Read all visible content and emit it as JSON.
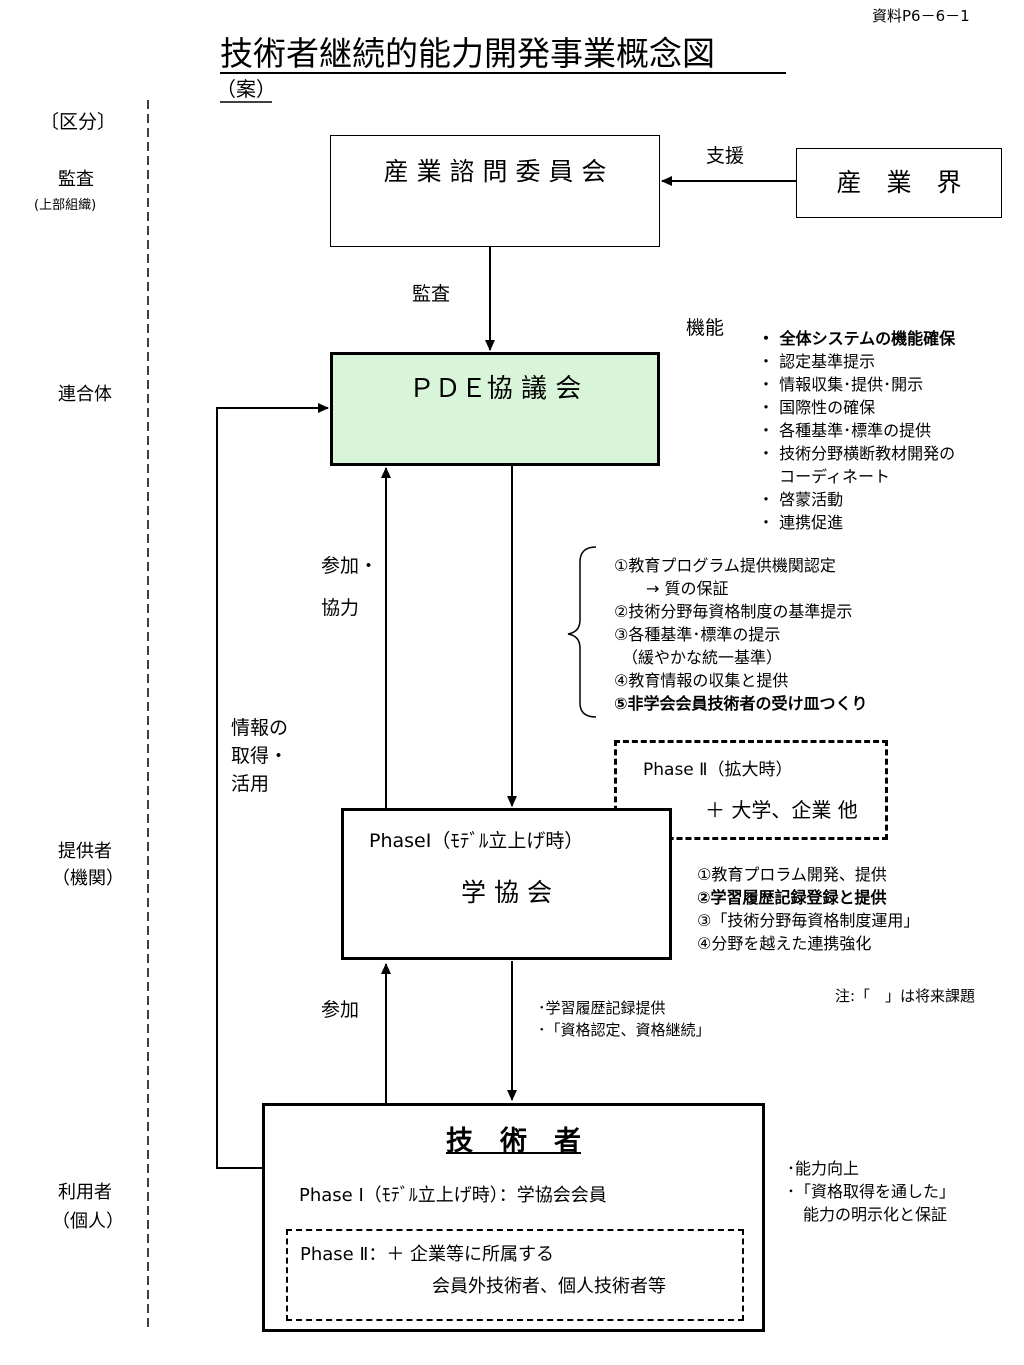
{
  "header": {
    "doc_ref": "資料P6－6－1",
    "title": "技術者継続的能力開発事業概念図",
    "subtitle": "（案）"
  },
  "sidebar": {
    "heading": "〔区分〕",
    "audit": {
      "label": "監査",
      "sub": "(上部組織)"
    },
    "federation": {
      "label": "連合体"
    },
    "provider": {
      "label": "提供者",
      "sub": "（機関）"
    },
    "user": {
      "label": "利用者",
      "sub": "（個人）"
    }
  },
  "nodes": {
    "advisory": "産 業 諮 問 委 員 会",
    "industry": "産　業　界",
    "pde": "ＰＤＥ協 議 会",
    "phase2_box": {
      "line1": "Phase Ⅱ（拡大時）",
      "line2": "＋ 大学、企業 他"
    },
    "society": {
      "phase": "PhaseⅠ（ﾓﾃﾞﾙ立上げ時）",
      "name": "学 協 会"
    },
    "engineer": {
      "title": "技　術　者",
      "phase1": "Phase Ⅰ（ﾓﾃﾞﾙ立上げ時）：学協会会員",
      "phase2_line1": "Phase Ⅱ：＋ 企業等に所属する",
      "phase2_line2": "会員外技術者、個人技術者等"
    }
  },
  "edge_labels": {
    "support": "支援",
    "audit": "監査",
    "participate_line1": "参加・",
    "participate_line2": "協力",
    "info_line1": "情報の",
    "info_line2": "取得・",
    "info_line3": "活用",
    "participate": "参加",
    "provide_line1": "･学習履歴記録提供",
    "provide_line2": "･「資格認定、資格継続」"
  },
  "functions": {
    "label": "機能",
    "items": [
      "・ 全体システムの機能確保",
      "・ 認定基準提示",
      "・ 情報収集･提供･開示",
      "・ 国際性の確保",
      "・ 各種基準･標準の提供",
      "・ 技術分野横断教材開発の",
      "　 コーディネート",
      "・ 啓蒙活動",
      "・ 連携促進"
    ]
  },
  "pde_roles": [
    "①教育プログラム提供機関認定",
    "　　→ 質の保証",
    "②技術分野毎資格制度の基準提示",
    "③各種基準･標準の提示",
    "　（緩やかな統一基準）",
    "④教育情報の収集と提供",
    "⑤非学会会員技術者の受け皿つくり"
  ],
  "society_roles": [
    "①教育プロラム開発、提供",
    "②学習履歴記録登録と提供",
    "③「技術分野毎資格制度運用」",
    "④分野を越えた連携強化"
  ],
  "note": "注:「　」は将来課題",
  "engineer_benefits": [
    "･能力向上",
    "･「資格取得を通した」",
    "　能力の明示化と保証"
  ],
  "colors": {
    "pde_fill": "#d9f5d9",
    "line": "#000000"
  }
}
